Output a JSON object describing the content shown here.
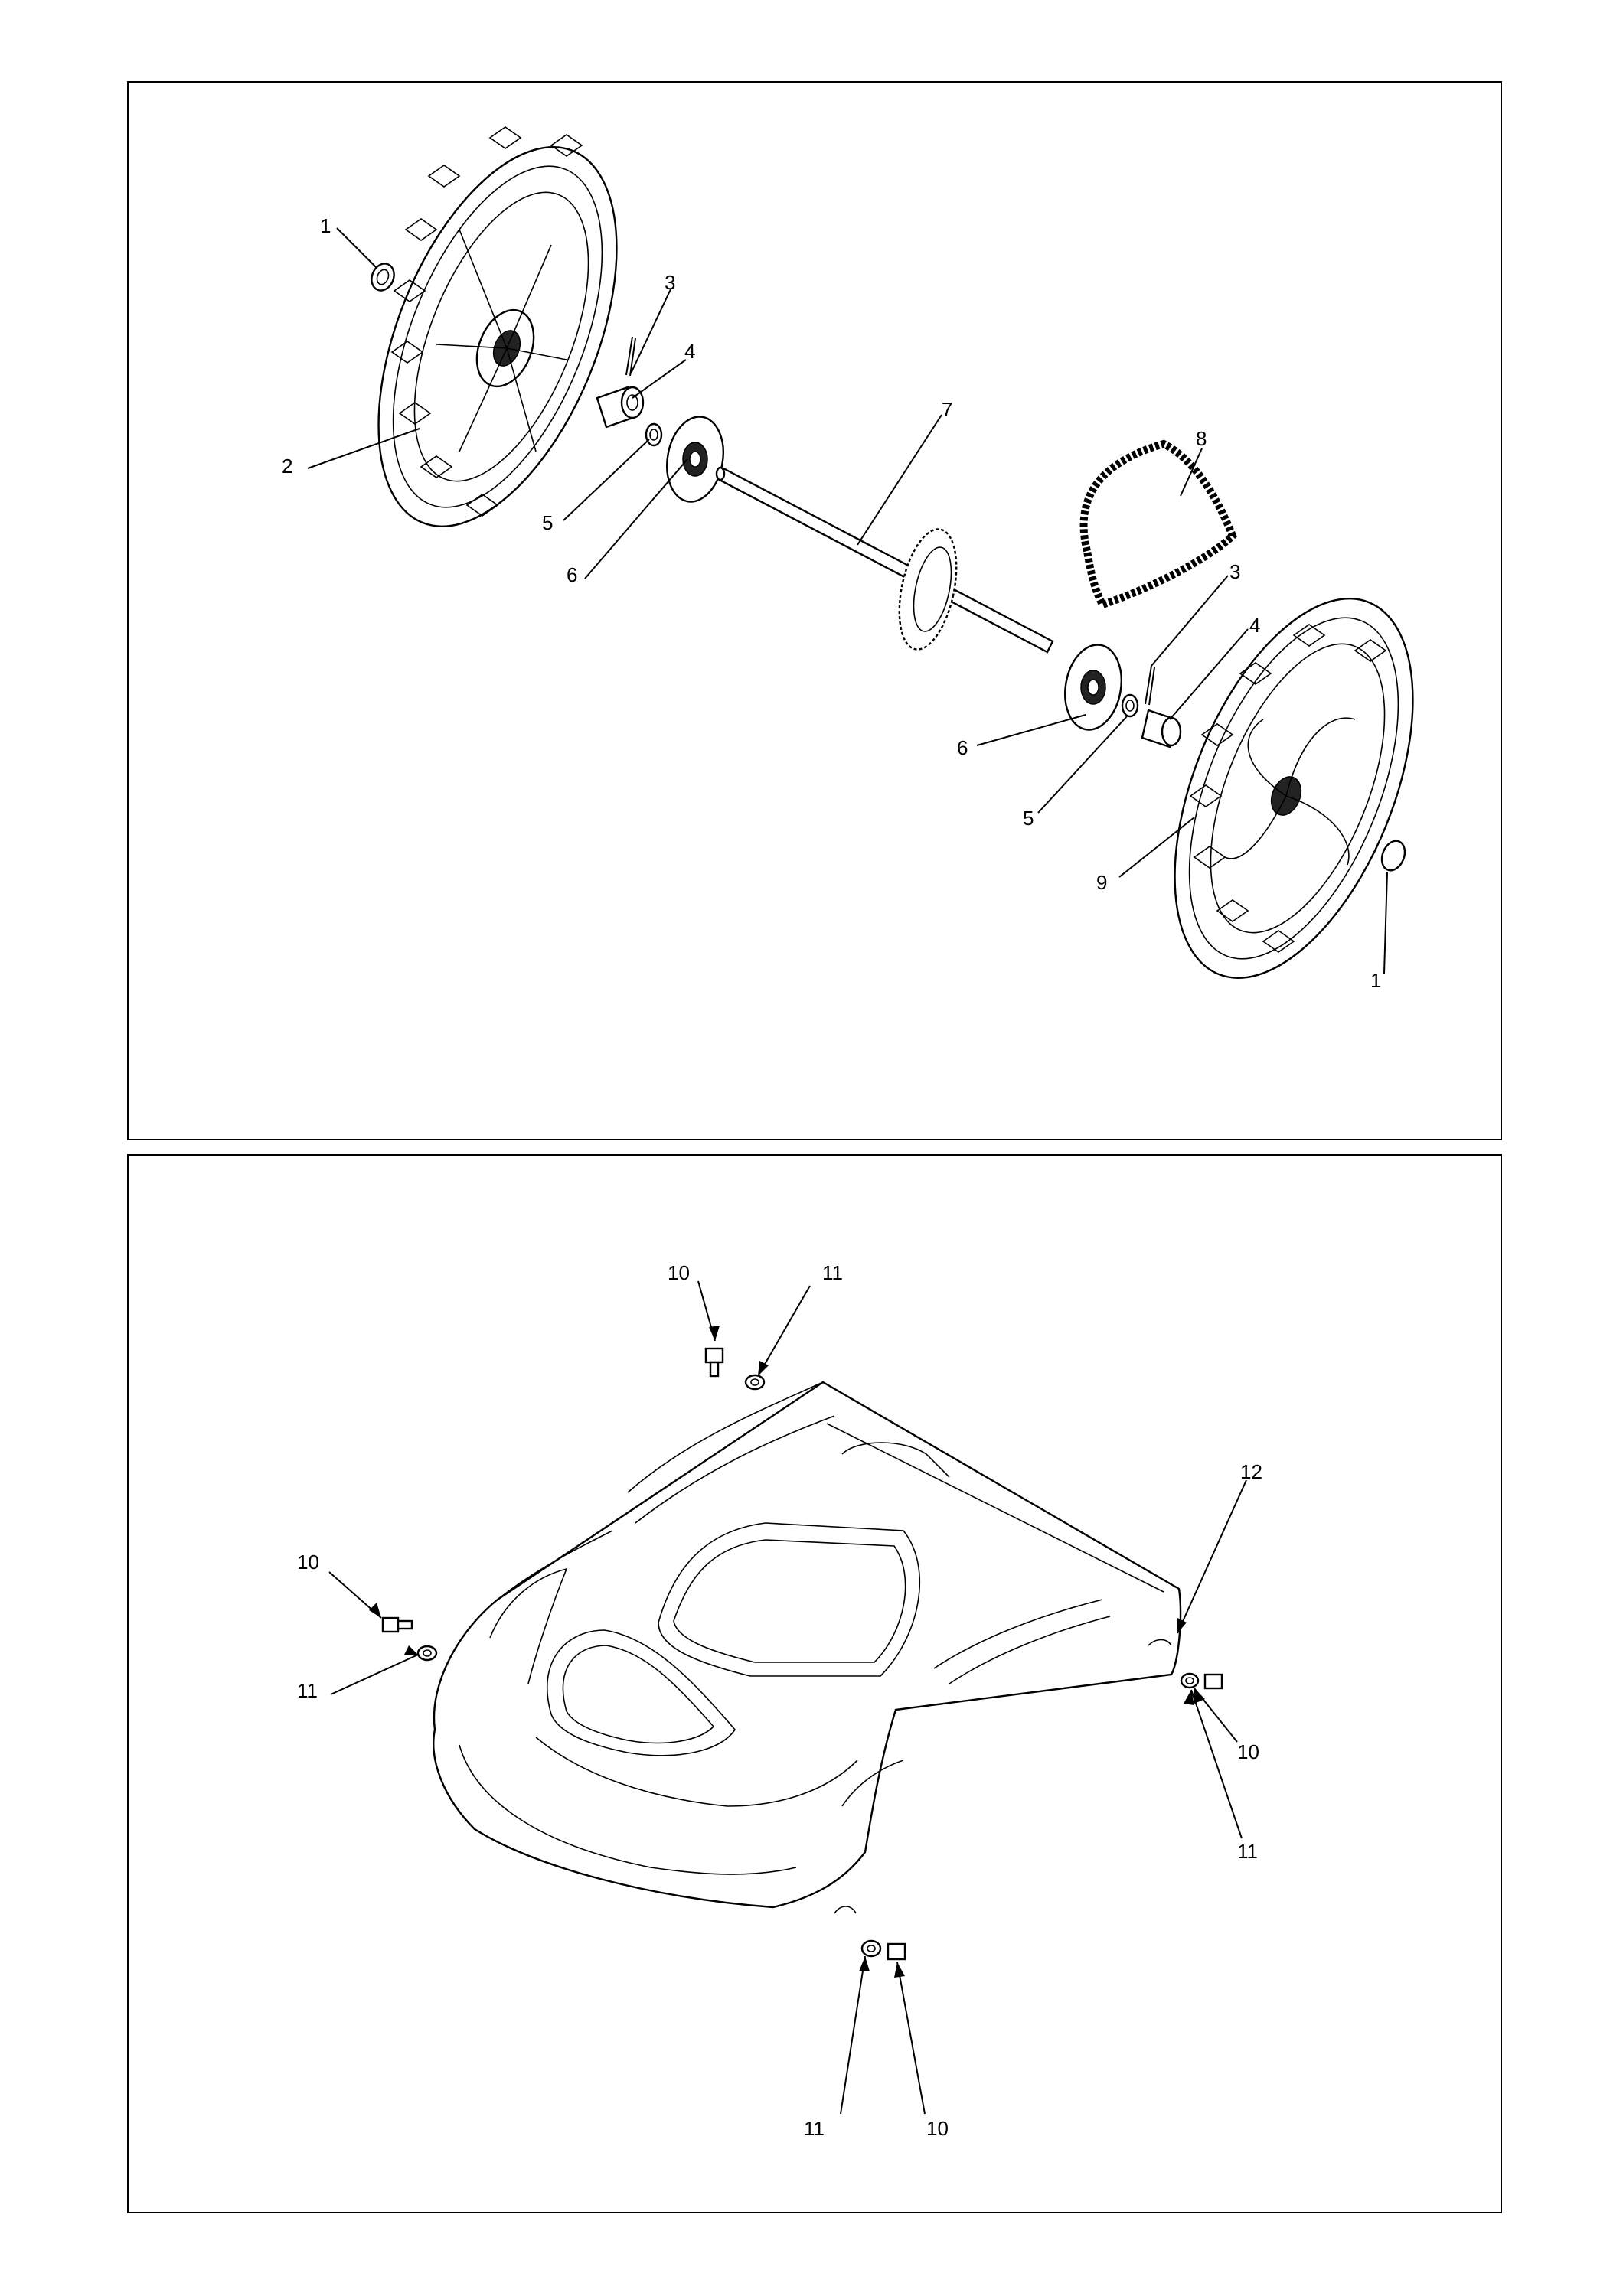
{
  "panels": [
    {
      "name": "wheel-axle-assembly",
      "callouts": [
        "1",
        "2",
        "3",
        "4",
        "5",
        "6",
        "7",
        "8",
        "3",
        "4",
        "6",
        "5",
        "9",
        "1"
      ]
    },
    {
      "name": "body-cover-assembly",
      "callouts": [
        "10",
        "11",
        "12",
        "10",
        "11",
        "10",
        "11",
        "11",
        "10"
      ]
    }
  ]
}
